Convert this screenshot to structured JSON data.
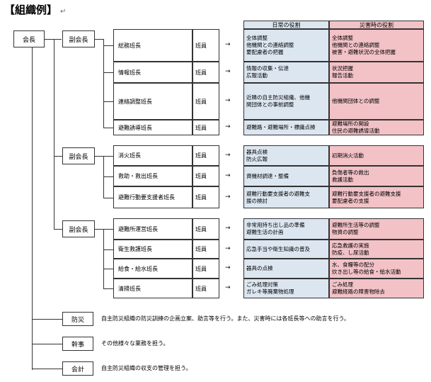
{
  "title": "【組織例】",
  "title_mark": "↵",
  "headers": {
    "normal": "日常の役割",
    "disaster": "災害時の役割"
  },
  "chief": "会長",
  "arrow": "→",
  "groups": [
    {
      "vice": "副会長",
      "teams": [
        {
          "name": "総務班長",
          "member": "班員",
          "normal": [
            "全体調整",
            "他機関との連絡調整",
            "要配慮者の把握"
          ],
          "disaster": [
            "全体調整",
            "他機関との連絡調整",
            "被害・避難状況の全体把握"
          ]
        },
        {
          "name": "情報班長",
          "member": "班員",
          "normal": [
            "情報の収集・伝達",
            "広報活動"
          ],
          "disaster": [
            "状況把握",
            "報告活動"
          ]
        },
        {
          "name": "連絡調整班長",
          "member": "班員",
          "normal": [
            "近隣の自主防災組織、他機",
            "関団体との事前調整"
          ],
          "disaster": [
            "他機関団体との調整"
          ]
        },
        {
          "name": "避難誘導班長",
          "member": "班員",
          "normal": [
            "避難路・避難場所・標識点検"
          ],
          "disaster": [
            "避難場所の開設",
            "住民の避難誘導活動"
          ]
        }
      ]
    },
    {
      "vice": "副会長",
      "teams": [
        {
          "name": "消火班長",
          "member": "班員",
          "normal": [
            "器具点検",
            "防火広報"
          ],
          "disaster": [
            "初期消火活動"
          ]
        },
        {
          "name": "救助・救出班長",
          "member": "班員",
          "normal": [
            "資機材調達・整備"
          ],
          "disaster": [
            "負傷者等の救出",
            "救護活動"
          ]
        },
        {
          "name": "避難行動要支援者班長",
          "member": "班員",
          "normal": [
            "避難行動要支援者の避難支",
            "援の検討"
          ],
          "disaster": [
            "避難行動要支援者の避難支援",
            "要配慮者の支援"
          ]
        }
      ]
    },
    {
      "vice": "副会長",
      "teams": [
        {
          "name": "避難所運営班長",
          "member": "班員",
          "normal": [
            "非常用持ち出し品の準備",
            "避難生活の計画"
          ],
          "disaster": [
            "避難所生活等の調整",
            "物資の調整"
          ]
        },
        {
          "name": "衛生救護班長",
          "member": "班員",
          "normal": [
            "応急手当や衛生知識の普及"
          ],
          "disaster": [
            "応急救護の実施",
            "防疫、し尿活動"
          ]
        },
        {
          "name": "給食・給水班長",
          "member": "班員",
          "normal": [
            "器具の点検"
          ],
          "disaster": [
            "水、食糧等の配分",
            "炊き出し等の給食・給水活動"
          ]
        },
        {
          "name": "清掃班長",
          "member": "班員",
          "normal": [
            "ごみ処理対策",
            "ガレキ等廃棄物処理"
          ],
          "disaster": [
            "ごみ処理",
            "避難経路の障害物除去"
          ]
        }
      ]
    }
  ],
  "staff": [
    {
      "name": "防災",
      "desc": "自主防災組織の防災訓練の企画立案、助言等を行う。また、災害時には各班長等への助言を行う。"
    },
    {
      "name": "幹事",
      "desc": "その他様々な業務を担う。"
    },
    {
      "name": "会計",
      "desc": "自主防災組織の収支の管理を担う。"
    }
  ]
}
